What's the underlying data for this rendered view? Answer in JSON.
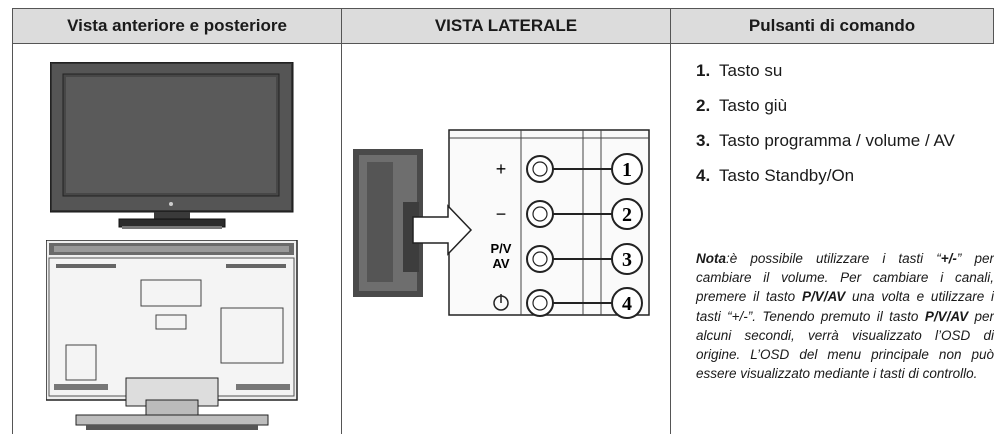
{
  "headers": {
    "front_rear": "Vista anteriore e posteriore",
    "side": "VISTA LATERALE",
    "controls": "Pulsanti di comando"
  },
  "side_panel": {
    "plus": "+",
    "minus": "−",
    "pv": "P/V",
    "av": "AV",
    "callouts": [
      "1",
      "2",
      "3",
      "4"
    ]
  },
  "keys": [
    {
      "num": "1.",
      "label": "Tasto su"
    },
    {
      "num": "2.",
      "label": "Tasto giù"
    },
    {
      "num": "3.",
      "label": "Tasto programma / volume / AV"
    },
    {
      "num": "4.",
      "label": "Tasto Standby/On"
    }
  ],
  "note": {
    "label": "Nota",
    "p1": ":è possibile utilizzare i tasti “",
    "k1": "+/-",
    "p2": "” per cambiare il volume. Per cambiare i canali, premere il tasto ",
    "k2": "P/V/AV",
    "p3": " una volta e utilizzare i tasti “+/-”. Tenendo premuto il tasto ",
    "k3": "P/V/AV",
    "p4": " per alcuni secondi, verrà visualizzato l’OSD di origine. L’OSD del menu principale non può essere visualizzato mediante i tasti di controllo."
  }
}
